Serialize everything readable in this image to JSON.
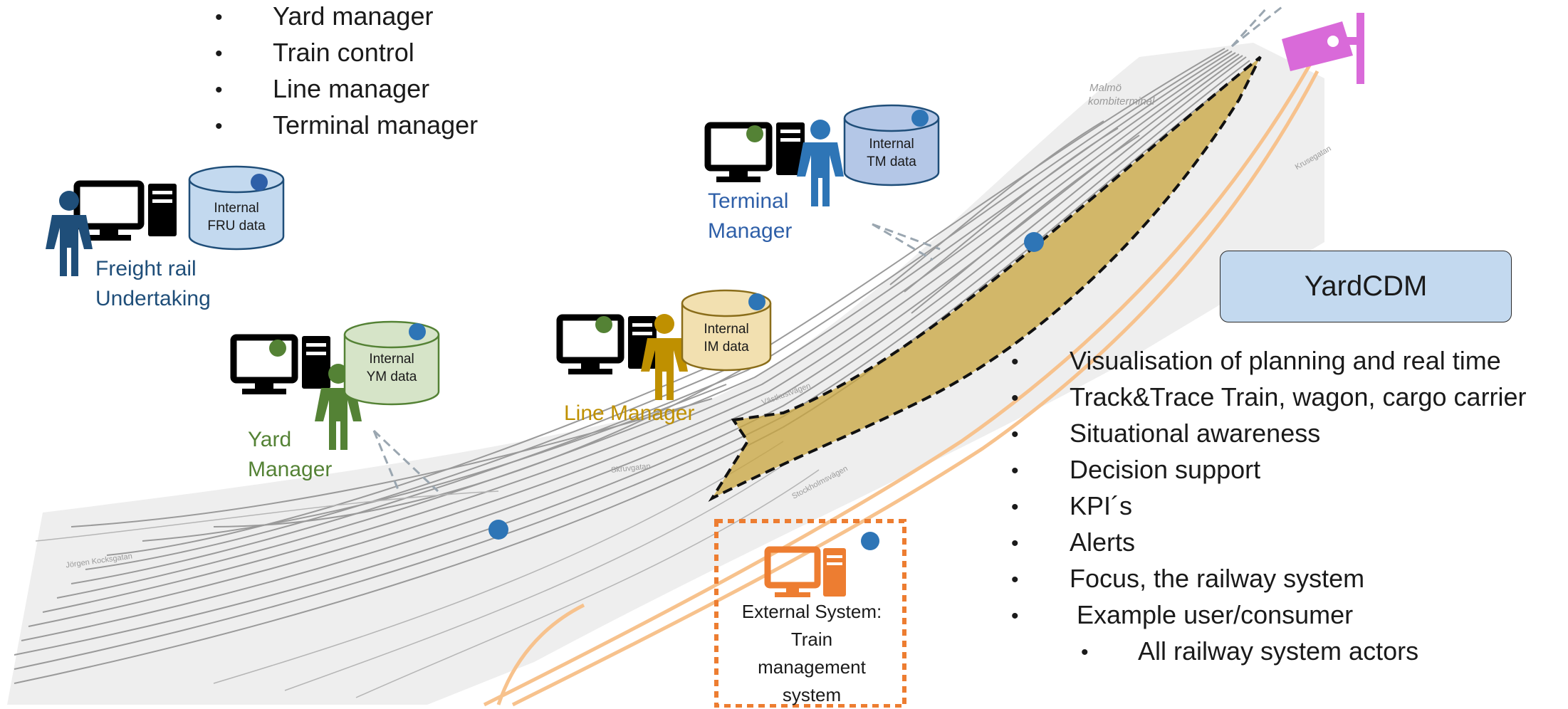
{
  "roles_list": [
    "Yard manager",
    "Train control",
    "Line manager",
    "Terminal manager"
  ],
  "actors": {
    "fru": {
      "label": [
        "Freight rail",
        "Undertaking"
      ],
      "db": [
        "Internal",
        "FRU data"
      ],
      "color": "#1f4e79"
    },
    "ym": {
      "label": [
        "Yard",
        "Manager"
      ],
      "db": [
        "Internal",
        "YM data"
      ],
      "color": "#548235"
    },
    "lm": {
      "label": [
        "Line Manager"
      ],
      "db": [
        "Internal",
        "IM data"
      ],
      "color": "#bf9000"
    },
    "tm": {
      "label": [
        "Terminal",
        "Manager"
      ],
      "db": [
        "Internal",
        "TM data"
      ],
      "color": "#2e75b6"
    }
  },
  "yardcdm": {
    "title": "YardCDM",
    "features": [
      "Visualisation of planning and real time",
      "Track&Trace Train, wagon, cargo carrier",
      "Situational awareness",
      "Decision support",
      "KPI´s",
      "Alerts",
      "Focus, the railway system",
      " Example user/consumer"
    ],
    "sub_features": [
      "All railway system actors"
    ]
  },
  "external_system": {
    "label": [
      "External System:",
      "Train",
      "management",
      "system"
    ],
    "color": "#ed7d31"
  },
  "map_labels": [
    "Malmö",
    "kombiterminal",
    "Jörgen Kocksgatan",
    "Skruvgatan",
    "Västkustvägen",
    "Stockholmsvägen",
    "Krusegatan"
  ],
  "colors": {
    "camera": "#d96ad9",
    "highlight": "#c8a43c",
    "sensor_dot": "#2e75b6",
    "track_orange": "#f7c28d"
  }
}
